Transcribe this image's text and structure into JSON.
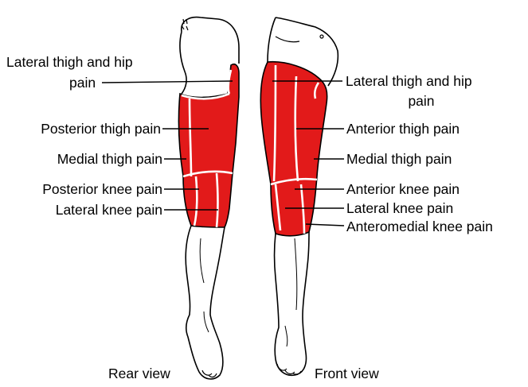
{
  "colors": {
    "pain": "#e21a1a",
    "outline": "#000000",
    "divider": "#ffffff",
    "background": "#ffffff"
  },
  "rear": {
    "title": "Rear view",
    "labels": {
      "lateral_thigh_hip_1": "Lateral thigh and hip",
      "lateral_thigh_hip_2": "pain",
      "posterior_thigh": "Posterior thigh pain",
      "medial_thigh": "Medial thigh pain",
      "posterior_knee": "Posterior knee pain",
      "lateral_knee": "Lateral knee pain"
    }
  },
  "front": {
    "title": "Front view",
    "labels": {
      "lateral_thigh_hip_1": "Lateral thigh and hip",
      "lateral_thigh_hip_2": "pain",
      "anterior_thigh": "Anterior thigh pain",
      "medial_thigh": "Medial thigh pain",
      "anterior_knee": "Anterior knee pain",
      "lateral_knee": "Lateral knee pain",
      "anteromedial_knee": "Anteromedial knee pain"
    }
  }
}
